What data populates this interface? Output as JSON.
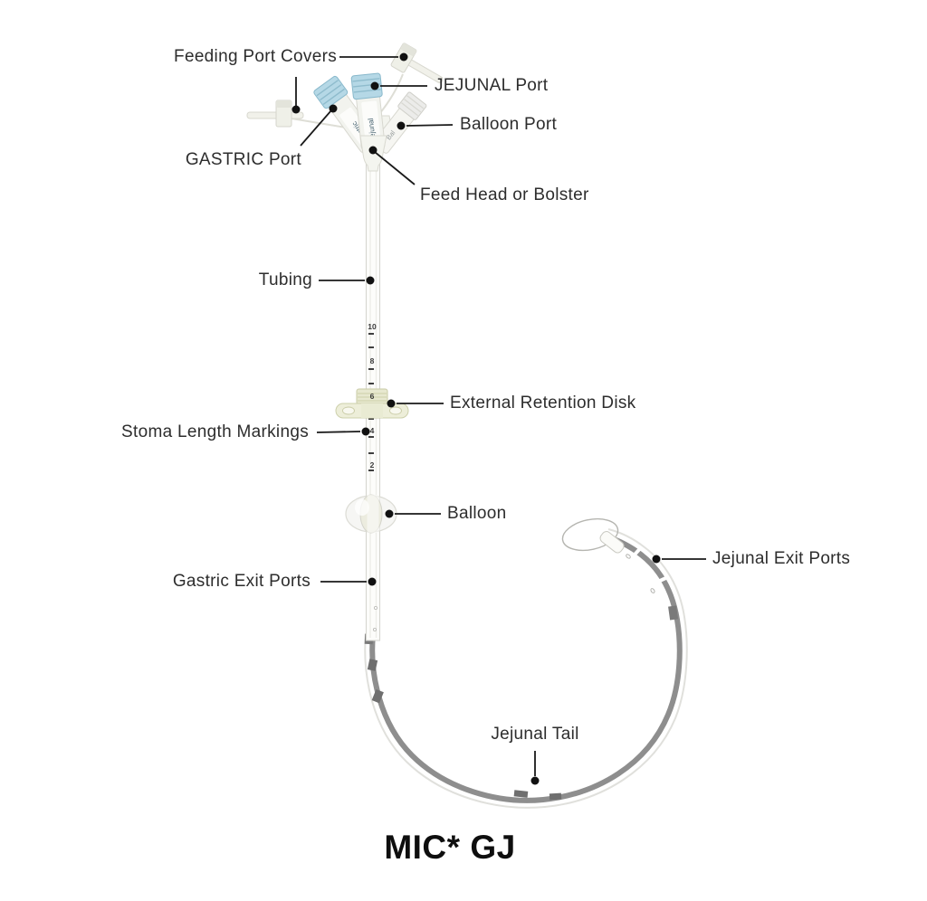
{
  "title": "MIC* GJ",
  "labels": {
    "feeding_port_covers": "Feeding Port Covers",
    "jejunal_port": "JEJUNAL Port",
    "balloon_port": "Balloon Port",
    "gastric_port": "GASTRIC Port",
    "feed_head": "Feed Head or Bolster",
    "tubing": "Tubing",
    "external_retention_disk": "External Retention Disk",
    "stoma_length_markings": "Stoma Length Markings",
    "balloon": "Balloon",
    "gastric_exit_ports": "Gastric Exit Ports",
    "jejunal_exit_ports": "Jejunal Exit Ports",
    "jejunal_tail": "Jejunal Tail"
  },
  "device": {
    "port_caps": {
      "gastric": "Gastric",
      "jejunal": "Jejunal",
      "balloon": "Bal"
    },
    "stoma_markings": [
      "10",
      "8",
      "6",
      "4",
      "2"
    ]
  },
  "colors": {
    "label_text": "#2d2d2d",
    "leader_line": "#1a1a1a",
    "cap_blue": "#b5d8e6",
    "cap_blue_rib": "#88b8cb",
    "tube_body": "#fdfdfb",
    "tube_edge": "#d6d6d0",
    "disk_fill": "#edeed9",
    "jejunal_gray": "#8e8e8e",
    "mark_dark": "#6f6f6f"
  }
}
